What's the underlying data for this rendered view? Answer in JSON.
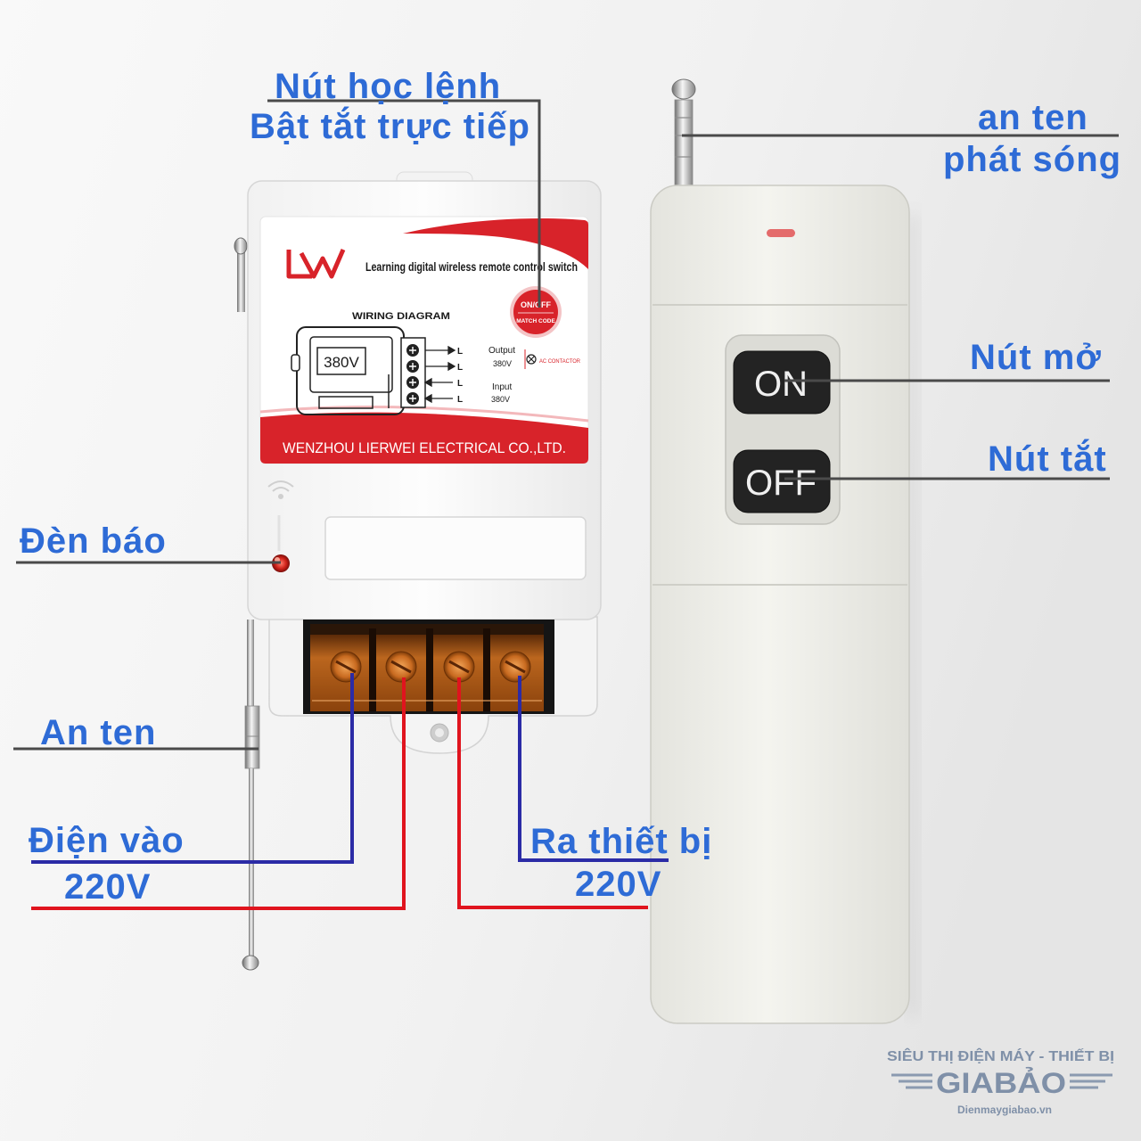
{
  "annotations": {
    "learn_button": {
      "line1": "Nút học lệnh",
      "line2": "Bật tắt trực tiếp"
    },
    "transmit_antenna": {
      "line1": "an ten",
      "line2": "phát sóng"
    },
    "on_button": "Nút mở",
    "off_button": "Nút tắt",
    "indicator_light": "Đèn báo",
    "receiver_antenna": "An ten",
    "power_in": {
      "line1": "Điện vào",
      "line2": "220V"
    },
    "power_out": {
      "line1": "Ra thiết bị",
      "line2": "220V"
    }
  },
  "receiver": {
    "logo": "LW",
    "product_name": "Learning digital wireless remote control switch",
    "learn_button": {
      "line1": "ON/OFF",
      "line2": "MATCH CODE"
    },
    "wiring_diagram": {
      "title": "WIRING DIAGRAM",
      "module_voltage": "380V",
      "terminals": [
        "L",
        "L",
        "L",
        "L"
      ],
      "output_label": "Output",
      "output_voltage": "380V",
      "contactor_label": "AC CONTACTOR",
      "input_label": "Input",
      "input_voltage": "380V"
    },
    "manufacturer": "WENZHOU LIERWEI ELECTRICAL CO.,LTD."
  },
  "remote": {
    "on_label": "ON",
    "off_label": "OFF"
  },
  "watermark": {
    "tagline": "SIÊU THỊ ĐIỆN MÁY - THIẾT BỊ",
    "brand": "GIABẢO",
    "website": "Dienmaygiabao.vn"
  },
  "colors": {
    "label_blue": "#2e6bd6",
    "callout_line": "#4a4a4a",
    "wire_blue": "#2b2ba6",
    "wire_red": "#e0141e",
    "accent_red": "#d8232a"
  }
}
